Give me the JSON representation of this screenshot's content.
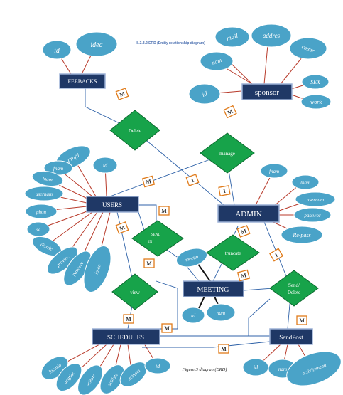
{
  "diagram": {
    "heading": "III.3.3.2 ERD (Entity relationship diagram)",
    "caption": "Figure 3 diagram(ERD)",
    "colors": {
      "entity_fill": "#1f3866",
      "entity_stroke": "#9bb0d6",
      "attribute_fill": "#4aa3c8",
      "relation_fill": "#17a34a",
      "line": "#b83a2a",
      "connector": "#2f62a8",
      "cardinality_border": "#e07b1a"
    },
    "entities": {
      "feebacks": "FEEBACKS",
      "sponsor": "sponsor",
      "users": "USERS",
      "admin": "ADMIN",
      "meeting": "MEETING",
      "schedules": "SCHEDULES",
      "sendpost": "SendPost"
    },
    "attributes": {
      "feebacks": [
        "id",
        "idea"
      ],
      "sponsor": [
        "mail",
        "addres",
        "comtr",
        "nam",
        "id",
        "SEX",
        "work"
      ],
      "users": [
        "profil",
        "id",
        "fnam",
        "lnam",
        "usernam",
        "phon",
        "se",
        "distric",
        "provinc",
        "passwor",
        "lo-on"
      ],
      "admin": [
        "fnam",
        "lnam",
        "usernam",
        "passwor",
        "Re-pass"
      ],
      "meeting": [
        "meetin",
        "id",
        "nam"
      ],
      "schedules": [
        "locatio",
        "acqtiac",
        "acitart",
        "acidate",
        "actnam",
        "id"
      ],
      "sendpost": [
        "id",
        "nam",
        "activitymean"
      ]
    },
    "relationships": {
      "delete": "Delete",
      "manage": "manage",
      "send_in": [
        "SEND",
        "IN"
      ],
      "truncate": "truncate",
      "view": "view",
      "send_delete": [
        "Send/",
        "Delete"
      ]
    },
    "cardinalities": [
      "M",
      "M",
      "M",
      "1",
      "1",
      "M",
      "M",
      "M",
      "M",
      "1",
      "M",
      "M",
      "M",
      "M"
    ]
  }
}
